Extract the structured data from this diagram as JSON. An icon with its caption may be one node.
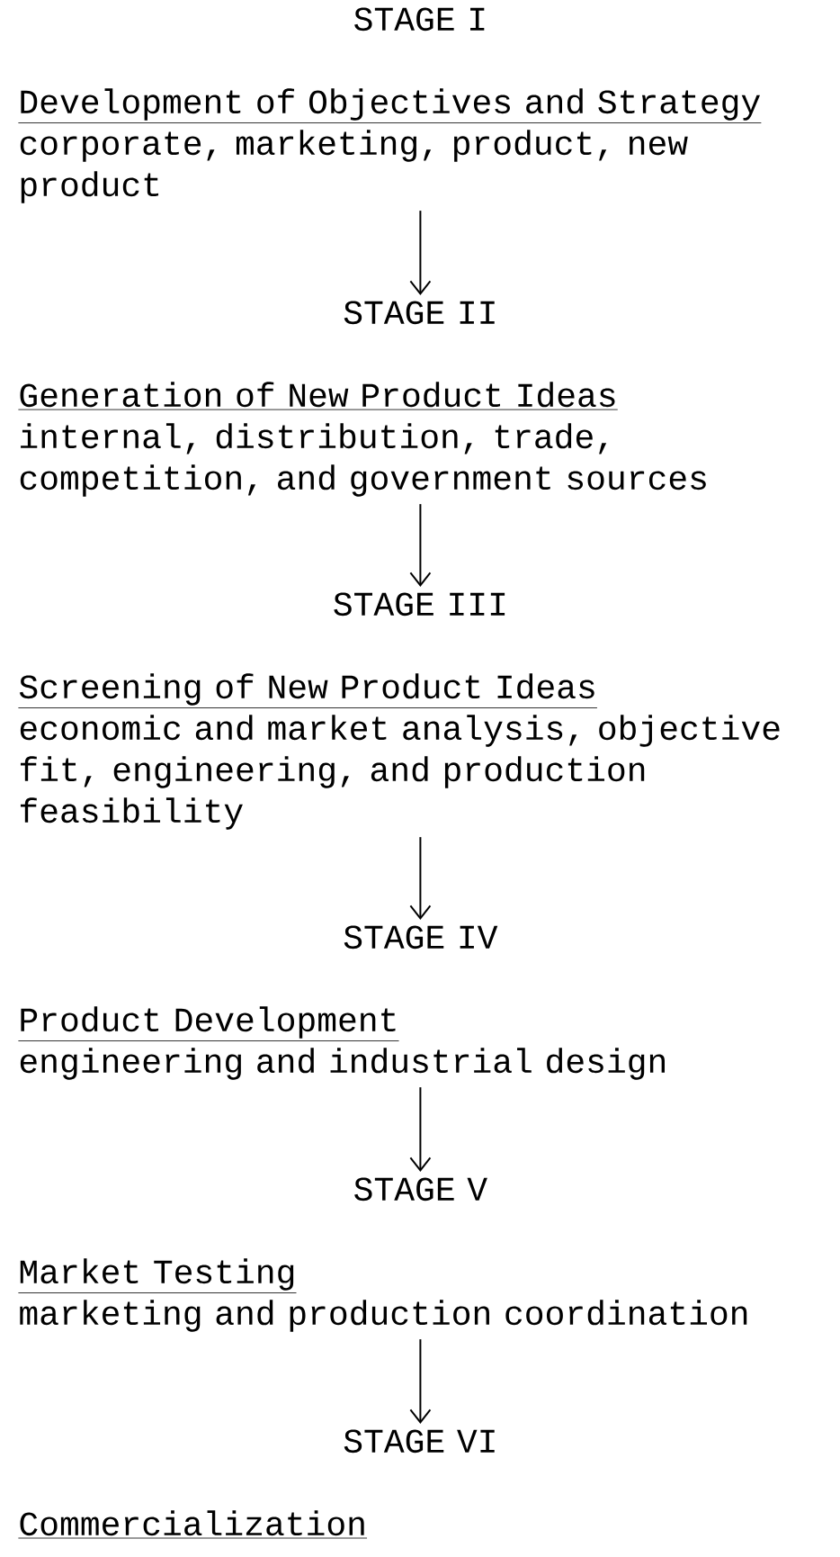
{
  "diagram": {
    "nodes": [
      {
        "text": [
          "STAGE I",
          "Development of Objectives and Strategy",
          "corporate, marketing, product, new product"
        ]
      },
      {
        "text": [
          "STAGE II",
          "Generation of New Product Ideas",
          "internal, distribution, trade, competition, and government sources"
        ]
      },
      {
        "text": [
          "STAGE III",
          "Screening of New Product Ideas",
          "economic and market analysis, objective fit, engineering, and production feasibility"
        ]
      },
      {
        "text": [
          "STAGE IV",
          "Product Development",
          "engineering and industrial design"
        ]
      },
      {
        "text": [
          "STAGE V",
          "Market Testing",
          "marketing and production coordination"
        ]
      },
      {
        "text": [
          "STAGE VI",
          "Commercialization"
        ]
      }
    ],
    "edges": [
      {
        "from": 0,
        "to": 1,
        "arrow": "to"
      },
      {
        "from": 1,
        "to": 2,
        "arrow": "to"
      },
      {
        "from": 2,
        "to": 3,
        "arrow": "to"
      },
      {
        "from": 3,
        "to": 4,
        "arrow": "to"
      },
      {
        "from": 4,
        "to": 5,
        "arrow": "to"
      }
    ]
  }
}
